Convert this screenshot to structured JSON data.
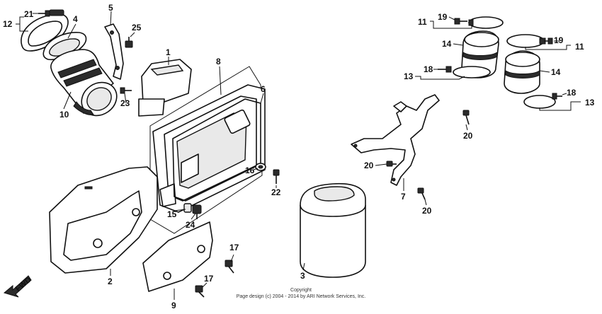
{
  "diagram": {
    "fwd_label": "FWD",
    "copyright_line1": "Copyright",
    "copyright_line2": "Page design (c) 2004 - 2014 by ARI Network Services, Inc.",
    "callouts": {
      "c1": "1",
      "c2": "2",
      "c3": "3",
      "c4": "4",
      "c5": "5",
      "c6": "6",
      "c7": "7",
      "c8": "8",
      "c9": "9",
      "c10": "10",
      "c11a": "11",
      "c11b": "11",
      "c12": "12",
      "c13a": "13",
      "c13b": "13",
      "c14a": "14",
      "c14b": "14",
      "c15": "15",
      "c16": "16",
      "c17a": "17",
      "c17b": "17",
      "c18a": "18",
      "c18b": "18",
      "c19a": "19",
      "c19b": "19",
      "c20a": "20",
      "c20b": "20",
      "c20c": "20",
      "c21": "21",
      "c22": "22",
      "c23": "23",
      "c24": "24",
      "c25": "25"
    }
  }
}
